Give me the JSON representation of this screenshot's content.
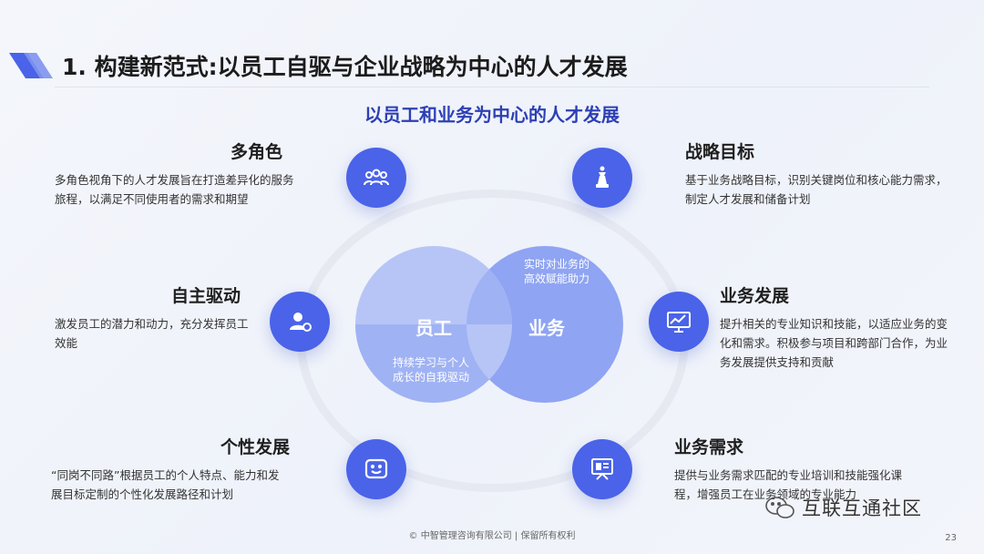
{
  "header": {
    "title": "1. 构建新范式:以员工自驱与企业战略为中心的人才发展"
  },
  "diagram": {
    "title": "以员工和业务为中心的人才发展",
    "left_circle_label": "员工",
    "right_circle_label": "业务",
    "overlap_top_text": "实时对业务的\n高效赋能助力",
    "overlap_bottom_text": "持续学习与个人\n成长的自我驱动"
  },
  "blocks": {
    "multi_role": {
      "title": "多角色",
      "desc": "多角色视角下的人才发展旨在打造差异化的服务旅程，以满足不同使用者的需求和期望"
    },
    "self_drive": {
      "title": "自主驱动",
      "desc": "激发员工的潜力和动力，充分发挥员工效能"
    },
    "personal_dev": {
      "title": "个性发展",
      "desc": "“同岗不同路”根据员工的个人特点、能力和发展目标定制的个性化发展路径和计划"
    },
    "strategy": {
      "title": "战略目标",
      "desc": "基于业务战略目标，识别关键岗位和核心能力需求，制定人才发展和储备计划"
    },
    "business_dev": {
      "title": "业务发展",
      "desc": "提升相关的专业知识和技能，以适应业务的变化和需求。积极参与项目和跨部门合作，为业务发展提供支持和贡献"
    },
    "business_need": {
      "title": "业务需求",
      "desc": "提供与业务需求匹配的专业培训和技能强化课程，增强员工在业务领域的专业能力"
    }
  },
  "footer": {
    "copyright": "© 中智管理咨询有限公司 | 保留所有权利",
    "page_number": "23"
  },
  "watermark": {
    "text": "互联互通社区"
  },
  "icons": {
    "multi_role": "group-icon",
    "self_drive": "user-settings-icon",
    "personal_dev": "smiley-screen-icon",
    "strategy": "chess-piece-icon",
    "business_dev": "trend-monitor-icon",
    "business_need": "presentation-board-icon"
  },
  "colors": {
    "accent": "#4a63e8",
    "title_blue": "#2d3fb5",
    "circle_light": "#b7c5f6",
    "circle_mid": "#8fa4f2"
  }
}
